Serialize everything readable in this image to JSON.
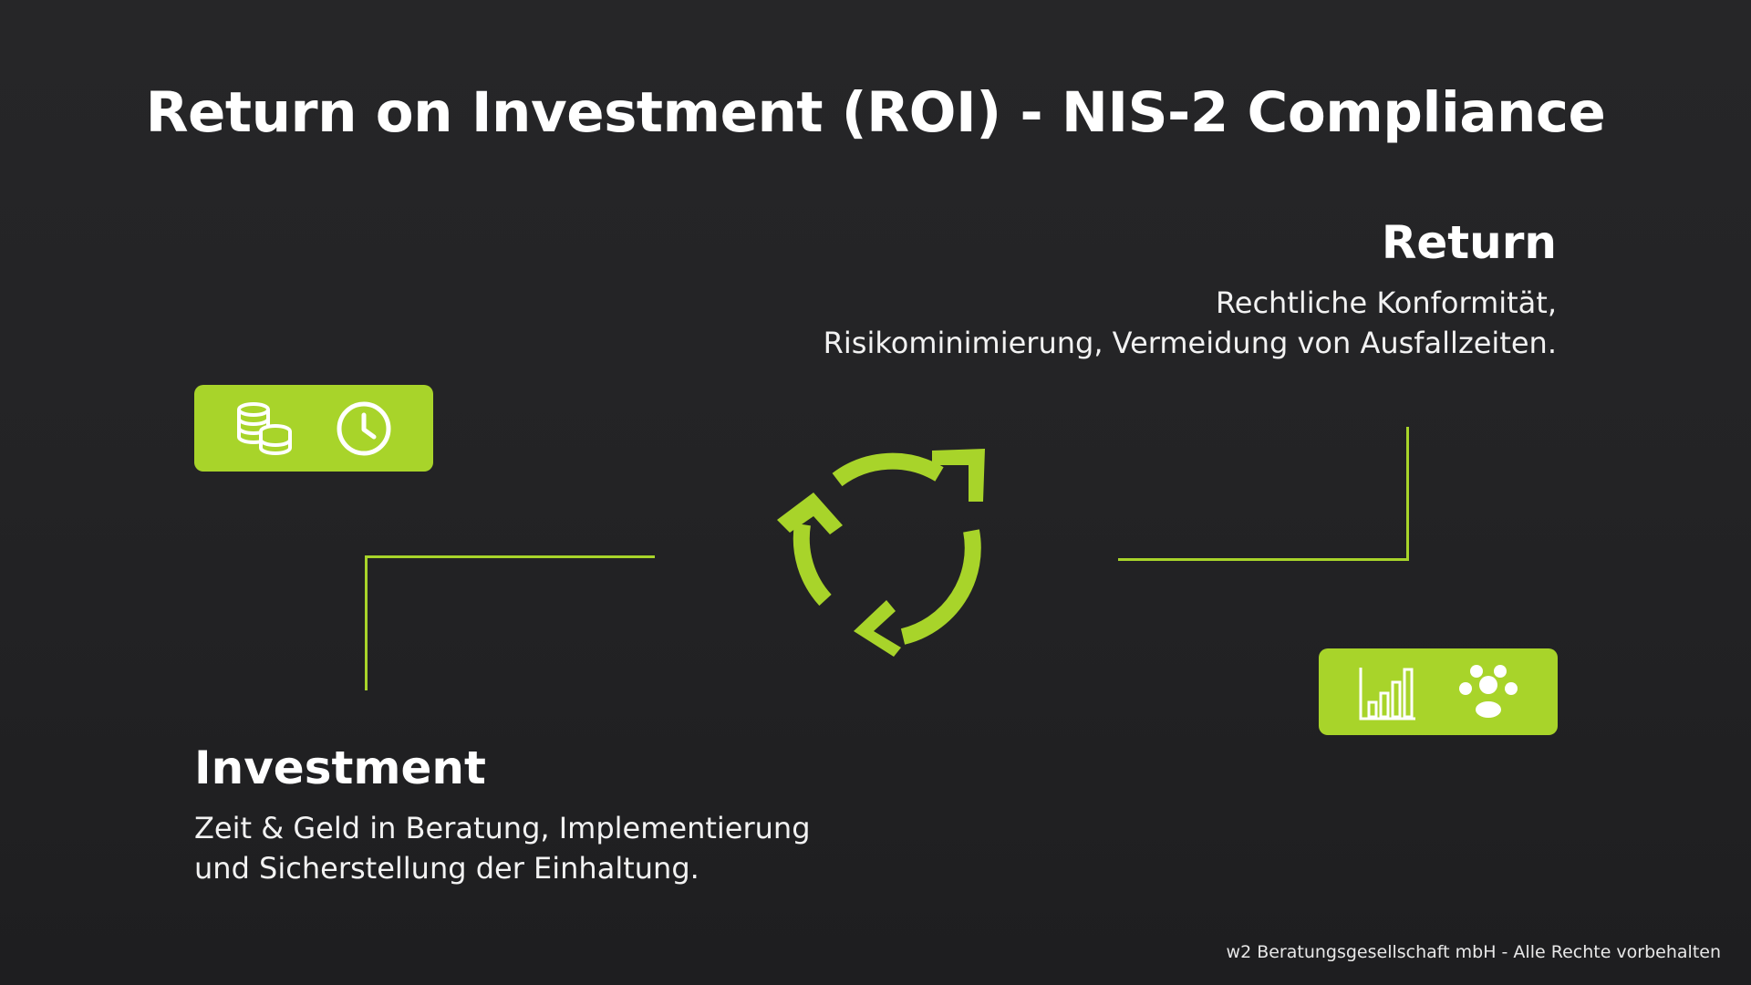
{
  "title": "Return on Investment (ROI) - NIS-2 Compliance",
  "return": {
    "heading": "Return",
    "lines": [
      "Rechtliche Konformität,",
      "Risikominimierung, Vermeidung von Ausfallzeiten."
    ],
    "icons": [
      "bar-chart-icon",
      "people-group-icon"
    ]
  },
  "investment": {
    "heading": "Investment",
    "lines": [
      "Zeit & Geld in Beratung, Implementierung",
      "und Sicherstellung der Einhaltung."
    ],
    "icons": [
      "coins-icon",
      "clock-icon"
    ]
  },
  "center_icon": "cycle-arrows-icon",
  "footer": "w2 Beratungsgesellschaft mbH - Alle Rechte vorbehalten",
  "colors": {
    "accent": "#a8d42a",
    "background": "#232325",
    "text": "#ffffff"
  }
}
